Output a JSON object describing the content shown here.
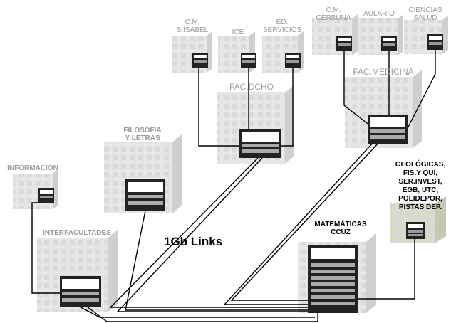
{
  "labels": {
    "cm_sisabel": [
      "C.M.",
      "S.ISABEL"
    ],
    "ice": "ICE",
    "ed_servicios": [
      "ED.",
      "SERVICIOS"
    ],
    "cm_cerbuna": [
      "C.M.",
      "CERBUNA"
    ],
    "aulario": "AULARIO",
    "ciencias_salud": [
      "CIENCIAS",
      "SALUD"
    ],
    "fac_dcho": "FAC.DCHO",
    "fac_medicina": "FAC.MEDICINA",
    "filosofia": [
      "FILOSOFIA",
      "Y LETRAS"
    ],
    "informacion": "INFORMACIÓN",
    "interfacultades": "INTERFACULTADES",
    "matematicas": [
      "MATEMÁTICAS",
      "CCUZ"
    ],
    "geologicas": [
      "GEOLÓGICAS,",
      "FIS.Y QUÍ,",
      "SER.INVEST,",
      "EGB, UTC,",
      "POLIDEPOR,",
      "PISTAS DEP."
    ]
  },
  "links_label": "1Gb Links",
  "colors": {
    "building_face": "#e6e6e6",
    "building_side": "#d2d2d2",
    "building_window": "#d9d9d9",
    "geologicas_face": "#d6dac6",
    "label_light": "#9a9a9a",
    "link": "#000000"
  }
}
